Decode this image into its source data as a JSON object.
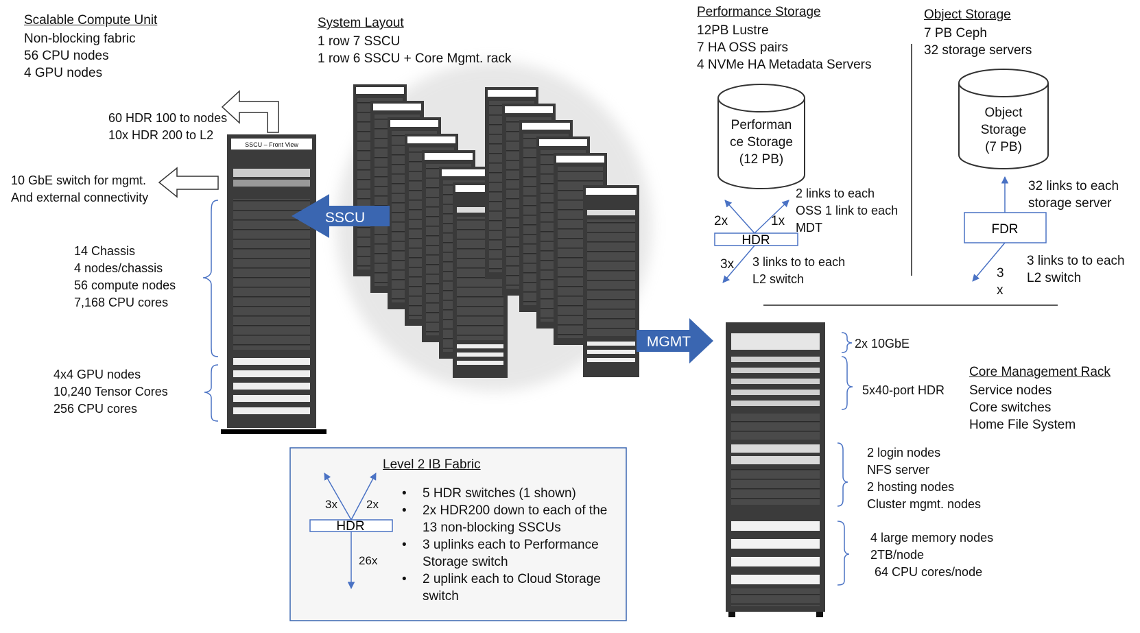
{
  "scu": {
    "title": "Scalable Compute Unit",
    "lines": [
      "Non-blocking fabric",
      "56 CPU nodes",
      "4 GPU nodes"
    ]
  },
  "left_rack": {
    "uplinks": [
      "60 HDR 100 to nodes",
      "10x HDR 200 to L2"
    ],
    "mgmt_switch": [
      "10 GbE switch for mgmt.",
      "And external connectivity"
    ],
    "chassis": [
      "14 Chassis",
      "4 nodes/chassis",
      "56 compute nodes",
      "7,168 CPU cores"
    ],
    "gpu": [
      "4x4 GPU nodes",
      "10,240 Tensor Cores",
      "256 CPU cores"
    ],
    "label": "SSCU – Front View"
  },
  "system_layout": {
    "title": "System Layout",
    "lines": [
      "1 row 7 SSCU",
      "1 row 6 SSCU + Core Mgmt. rack"
    ]
  },
  "arrows": {
    "sscu": "SSCU",
    "mgmt": "MGMT"
  },
  "perf_storage": {
    "title": "Performance Storage",
    "lines": [
      "12PB Lustre",
      "7 HA OSS pairs",
      "4 NVMe HA Metadata Servers"
    ],
    "cylinder": [
      "Performan",
      "ce Storage",
      "(12 PB)"
    ],
    "switch": "HDR",
    "up_left": "2x",
    "up_right": "1x",
    "down": "3x",
    "right_note": [
      "2 links to each",
      "OSS 1 link to each",
      "MDT"
    ],
    "bottom_note": [
      "3 links to to each",
      "L2 switch"
    ]
  },
  "object_storage": {
    "title": "Object Storage",
    "lines": [
      "7 PB Ceph",
      "32 storage servers"
    ],
    "cylinder": [
      "Object",
      "Storage",
      "(7 PB)"
    ],
    "switch": "FDR",
    "top_note": [
      "32 links to each",
      "storage server"
    ],
    "bottom_note": [
      "3 links to to each",
      "L2 switch"
    ],
    "down": [
      "3",
      "x"
    ]
  },
  "core_rack": {
    "title": "Core Management Rack",
    "lines": [
      "Service nodes",
      "Core switches",
      "Home File System"
    ],
    "tengbe": "2x 10GbE",
    "hdr": "5x40-port HDR",
    "login": [
      "2 login nodes",
      "NFS server",
      "2 hosting nodes",
      "Cluster mgmt. nodes"
    ],
    "large": [
      "4 large memory nodes",
      "2TB/node",
      "64 CPU cores/node"
    ]
  },
  "l2_fabric": {
    "title": "Level 2 IB Fabric",
    "switch": "HDR",
    "up_left": "3x",
    "up_right": "2x",
    "down": "26x",
    "bullets": [
      [
        "5 HDR switches (1 shown)"
      ],
      [
        "2x HDR200 down to each of the",
        "13 non-blocking SSCUs"
      ],
      [
        "3 uplinks each to Performance",
        "Storage switch"
      ],
      [
        "2 uplink each to Cloud Storage",
        "switch"
      ]
    ]
  },
  "colors": {
    "accent": "#3a66b1",
    "rack": "#3b3b3b",
    "line": "#4a72c4"
  }
}
